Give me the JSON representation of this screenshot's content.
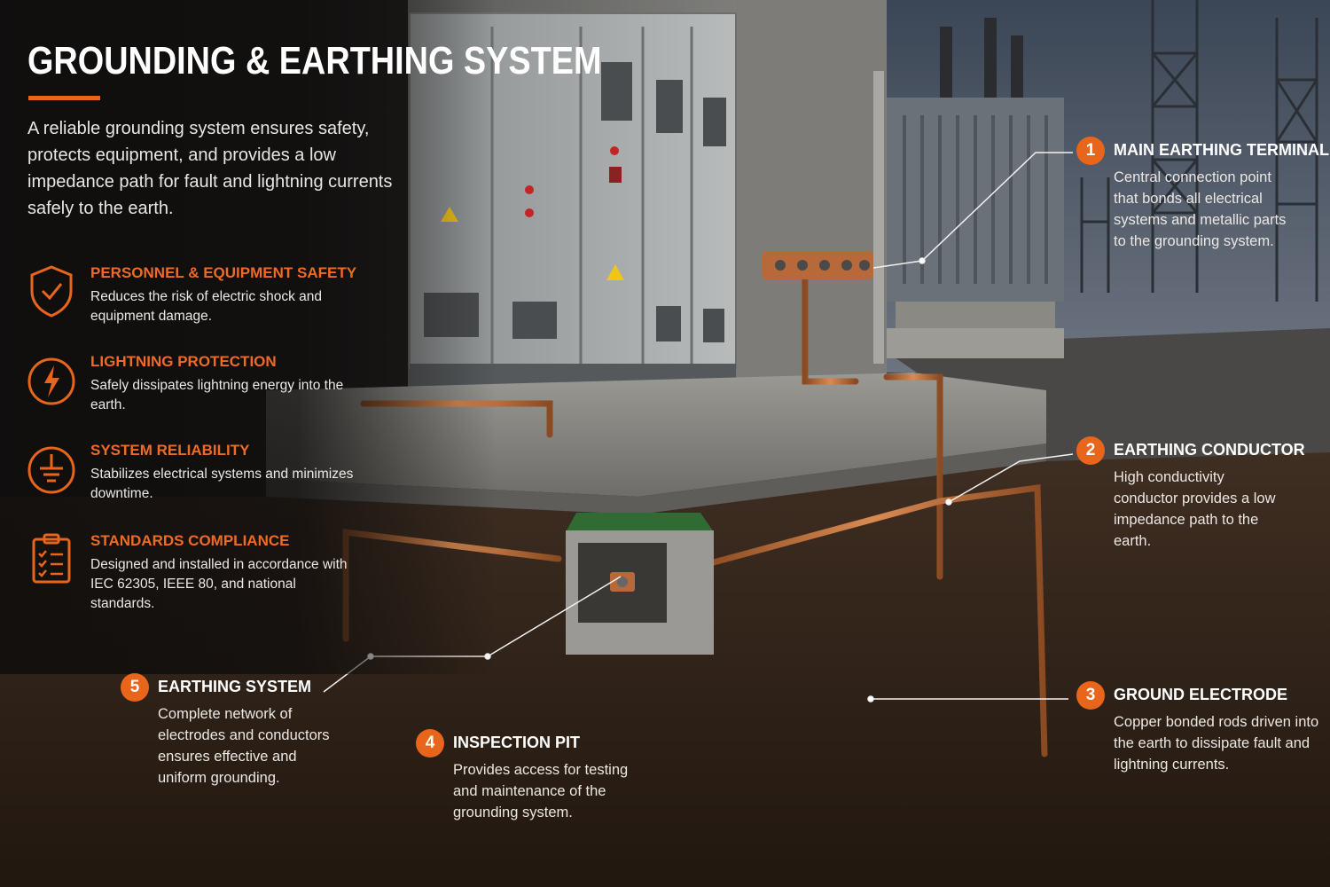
{
  "header": {
    "title": "GROUNDING & EARTHING SYSTEM",
    "intro": "A reliable grounding system ensures safety, protects equipment, and provides a low impedance path for fault and lightning currents safely to the earth."
  },
  "colors": {
    "accent": "#e8651c",
    "copper": "#c9733e",
    "soil": "#3a2a20",
    "concrete": "#8b8b88"
  },
  "features": [
    {
      "icon": "shield-check-icon",
      "title": "PERSONNEL & EQUIPMENT SAFETY",
      "desc": "Reduces the risk of electric shock and equipment damage."
    },
    {
      "icon": "lightning-icon",
      "title": "LIGHTNING PROTECTION",
      "desc": "Safely dissipates lightning energy into the earth."
    },
    {
      "icon": "ground-symbol-icon",
      "title": "SYSTEM RELIABILITY",
      "desc": "Stabilizes electrical systems and minimizes downtime."
    },
    {
      "icon": "clipboard-checklist-icon",
      "title": "STANDARDS COMPLIANCE",
      "desc": "Designed and installed in accordance with IEC 62305, IEEE 80, and national standards."
    }
  ],
  "callouts": [
    {
      "number": "1",
      "title": "MAIN EARTHING TERMINAL",
      "desc": "Central connection point that bonds all electrical systems and metallic parts to the grounding system."
    },
    {
      "number": "2",
      "title": "EARTHING CONDUCTOR",
      "desc": "High conductivity conductor provides a low impedance path to the earth."
    },
    {
      "number": "3",
      "title": "GROUND ELECTRODE",
      "desc": "Copper bonded rods driven into the earth to dissipate fault and lightning currents."
    },
    {
      "number": "4",
      "title": "INSPECTION PIT",
      "desc": "Provides access for testing and maintenance of the grounding system."
    },
    {
      "number": "5",
      "title": "EARTHING SYSTEM",
      "desc": "Complete network of electrodes and conductors ensures effective and uniform grounding."
    }
  ]
}
